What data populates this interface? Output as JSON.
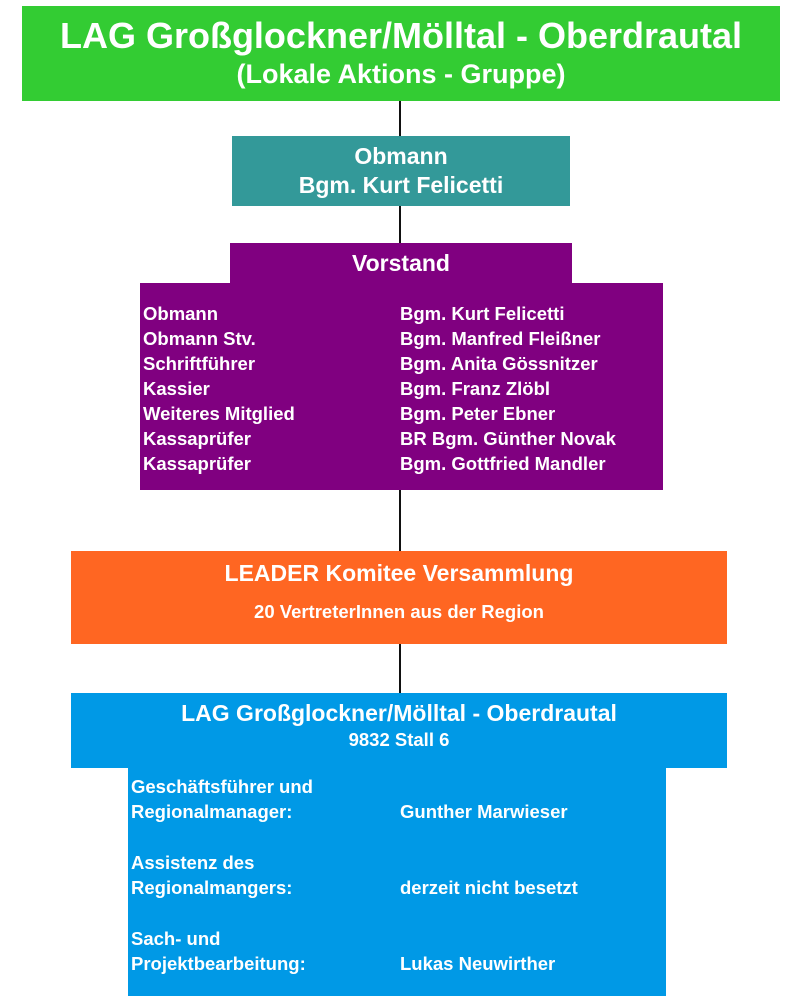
{
  "lag": {
    "title": "LAG Großglockner/Mölltal - Oberdrautal",
    "subtitle": "(Lokale Aktions - Gruppe)"
  },
  "obmann": {
    "title": "Obmann",
    "name": "Bgm. Kurt Felicetti"
  },
  "vorstand": {
    "title": "Vorstand",
    "members": [
      {
        "role": "Obmann",
        "name": "Bgm. Kurt Felicetti"
      },
      {
        "role": "Obmann Stv.",
        "name": "Bgm. Manfred Fleißner"
      },
      {
        "role": "Schriftführer",
        "name": "Bgm. Anita Gössnitzer"
      },
      {
        "role": "Kassier",
        "name": "Bgm. Franz Zlöbl"
      },
      {
        "role": "Weiteres Mitglied",
        "name": "Bgm. Peter Ebner"
      },
      {
        "role": "Kassaprüfer",
        "name": "BR Bgm. Günther Novak"
      },
      {
        "role": "Kassaprüfer",
        "name": "Bgm. Gottfried Mandler"
      }
    ]
  },
  "leader": {
    "title": "LEADER Komitee Versammlung",
    "subtitle": "20 VertreterInnen aus der Region"
  },
  "office": {
    "title": "LAG Großglockner/Mölltal - Oberdrautal",
    "address": "9832 Stall 6",
    "staff": [
      {
        "role_line1": "Geschäftsführer und",
        "role_line2": "Regionalmanager:",
        "name": "Gunther Marwieser"
      },
      {
        "role_line1": "Assistenz des",
        "role_line2": "Regionalmangers:",
        "name": "derzeit nicht besetzt"
      },
      {
        "role_line1": "Sach- und",
        "role_line2": "Projektbearbeitung:",
        "name": "Lukas Neuwirther"
      }
    ]
  },
  "colors": {
    "lag_header": "#33cc33",
    "obmann": "#339999",
    "vorstand": "#800080",
    "leader": "#ff6622",
    "office": "#0099e6",
    "connector": "#111111",
    "text": "#ffffff"
  }
}
